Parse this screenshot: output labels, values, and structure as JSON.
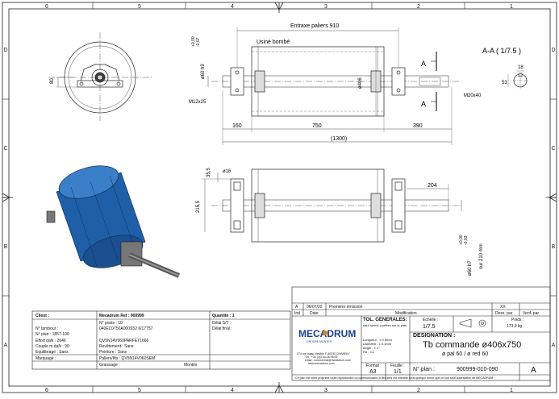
{
  "frame": {
    "top_zones": [
      "6",
      "5",
      "4",
      "3",
      "2",
      "1"
    ],
    "side_zones": [
      "D",
      "C",
      "B",
      "A"
    ]
  },
  "dims": {
    "entraxe": "Entraxe paliers 910",
    "usine": "Usiné bombé",
    "shaft_tol": "ø60 h9",
    "shaft_tol_upper": "+0,00",
    "shaft_tol_lower": "-0,07",
    "drum_dia": "ø406",
    "m12": "M12x25",
    "m20": "M20x40",
    "d160": "160",
    "d750": "750",
    "d390": "390",
    "d1300": "(1300)",
    "d80": "80",
    "d35": "35,5",
    "d16": "ø16",
    "d215": "215,5",
    "d204": "204",
    "shaft_end_tol": "ø60 h7",
    "shaft_end_upper": "+0,00",
    "shaft_end_lower": "-0,03",
    "shaft_end_len": "sur 210 mm",
    "section_title": "A-A ( 1/7.5 )",
    "sec_w": "18",
    "sec_h": "53",
    "section_mark": "A"
  },
  "client_block": {
    "client_label": "Client :",
    "ref_label": "Mecadrum Ref : 900999",
    "quantite_label": "Quantité : 1",
    "poste": "N° poste : 10",
    "delai_st": "Délai S/T :",
    "code1": "040EC0750A000S52 6/17757",
    "delai_final": "Délai final :",
    "tambour": "N° tambour :",
    "plan": "N° plan : 1857-100",
    "code2": "QV5N14V060PARFET1666",
    "effort": "Effort daN : 2646",
    "couple": "Couple m.daN : 90",
    "revetement": "Revêtement : Sans",
    "equilibrage": "Equilibrage : Sans",
    "peinture": "Peinture : Sans",
    "marquage": "Marquage :",
    "paliers": "Paliers/Ifts : QV5N14V060SEM",
    "graissage": "Graissage :",
    "montes": "Montés"
  },
  "revision": {
    "rev": "A",
    "date": "06/07/20",
    "desc": "Première émission",
    "by": "XX",
    "h_ind": "Ind",
    "h_date": "Date",
    "h_modif": "Modification",
    "h_dess": "Dess. par",
    "h_verif": "Verif. par"
  },
  "company": {
    "logo": "MECADRUM",
    "tagline": "GROUPE  MÜNTER",
    "address": "274 rue Isaac Newton F-60230 CHAMBLY",
    "tel": "Tél : +33 (0)3.44.26.96.00",
    "email": "email : commercial@mecadrum.com",
    "web": "www.mecadrum.com"
  },
  "tolerances": {
    "title": "TOL. GENERALES:",
    "subtitle": "sauf specif. portées sur le plan",
    "longueur": "Longueur : ± 0.5mm",
    "diametre": "Diametre : ± 0.1mm",
    "angle": "Angle : ± 1°",
    "ra": "Ra : 3.2"
  },
  "title_block": {
    "echelle_label": "Echelle :",
    "echelle": "1/7.5",
    "poids_label": "Poids :",
    "poids": "173,9 kg",
    "designation_label": "DESIGNATION :",
    "designation": "Tb commande ø406x750",
    "subdesignation": "ø pal 60 / ø red 60",
    "format_label": "Format :",
    "format": "A3",
    "feuille_label": "Feuille :",
    "feuille": "1/1",
    "plan_label": "N° plan :",
    "plan": "900999-010-090",
    "rev": "A",
    "footer": "Ce plan est notre propriété toute reproduction ou communication a des tiers est interdite sous quelque forme que ce soit sauf autorisation de MECADRUM"
  },
  "colors": {
    "drum_blue": "#1f5fa8",
    "drum_blue_light": "#3b7fc8",
    "logo_blue": "#1b3f8f",
    "logo_orange": "#e77a1a"
  }
}
